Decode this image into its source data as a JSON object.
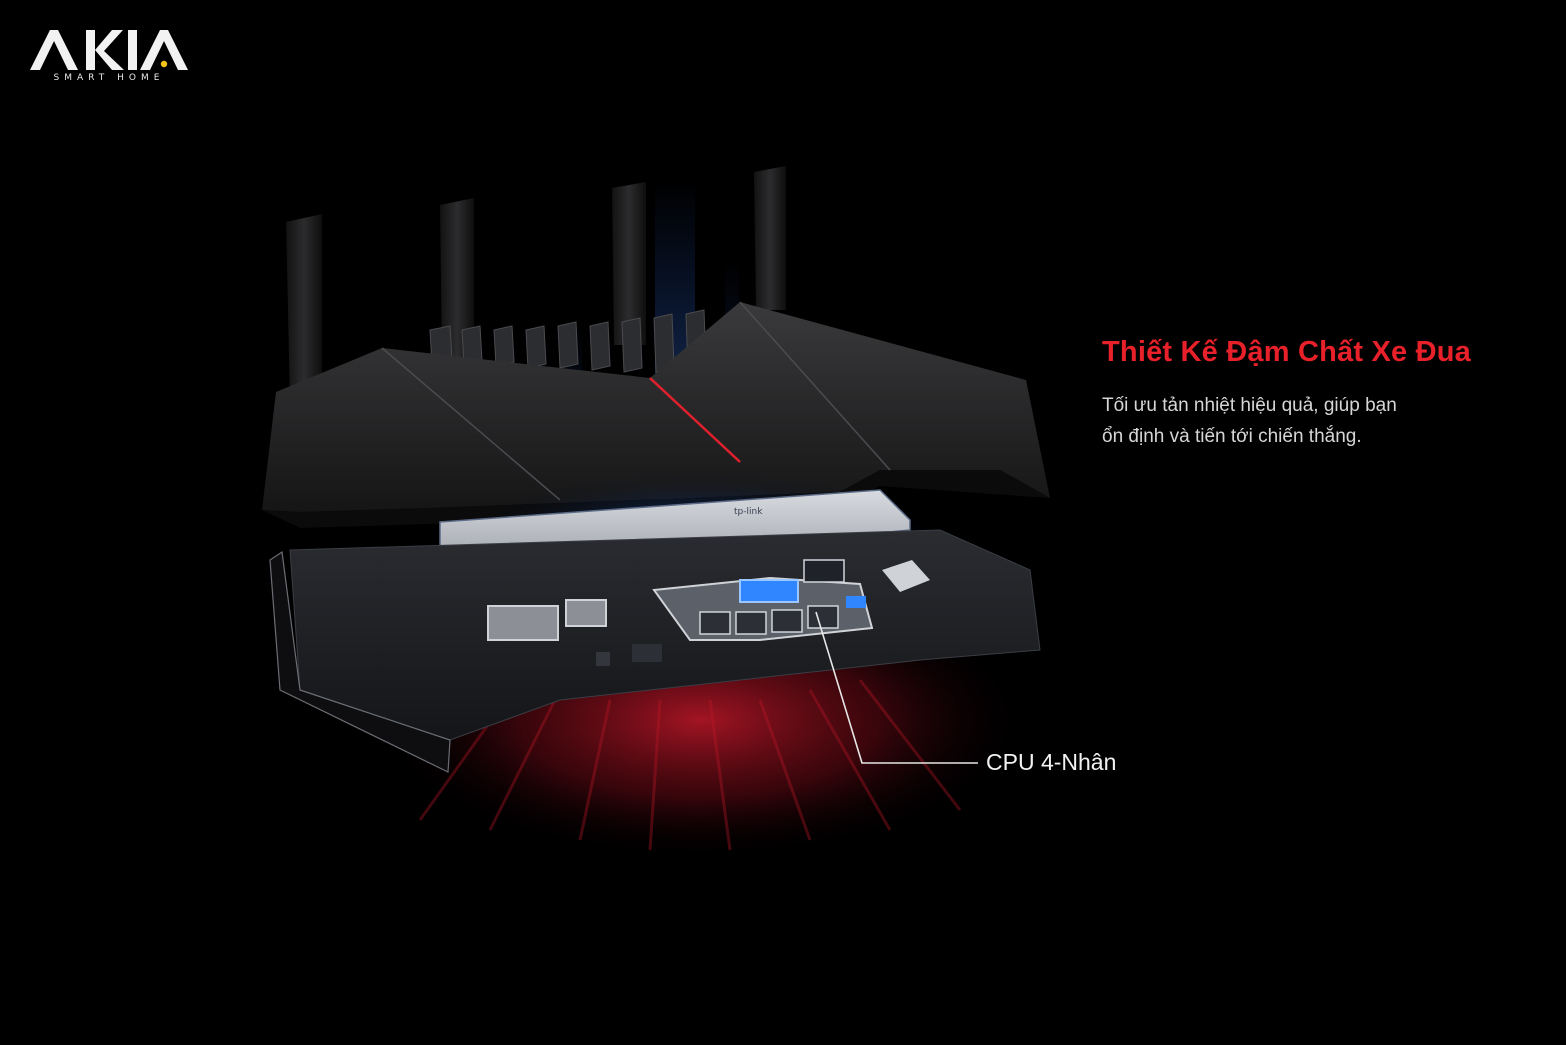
{
  "brand": {
    "logo_text": "AKIA",
    "tagline": "SMART HOME"
  },
  "feature": {
    "title": "Thiết Kế Đậm Chất Xe Đua",
    "description_lines": [
      "Tối ưu tản nhiệt hiệu quả, giúp bạn",
      "ổn định và tiến tới chiến thắng."
    ]
  },
  "callout": {
    "label": "CPU 4-Nhân"
  },
  "product": {
    "board_brand": "tp-link"
  },
  "colors": {
    "background": "#000000",
    "accent_red": "#e8202a",
    "glow_blue": "#2f7dff",
    "glow_red": "#b0101e",
    "logo_yellow": "#f5c518"
  },
  "icons": {
    "logo": "akia-logo-icon"
  }
}
